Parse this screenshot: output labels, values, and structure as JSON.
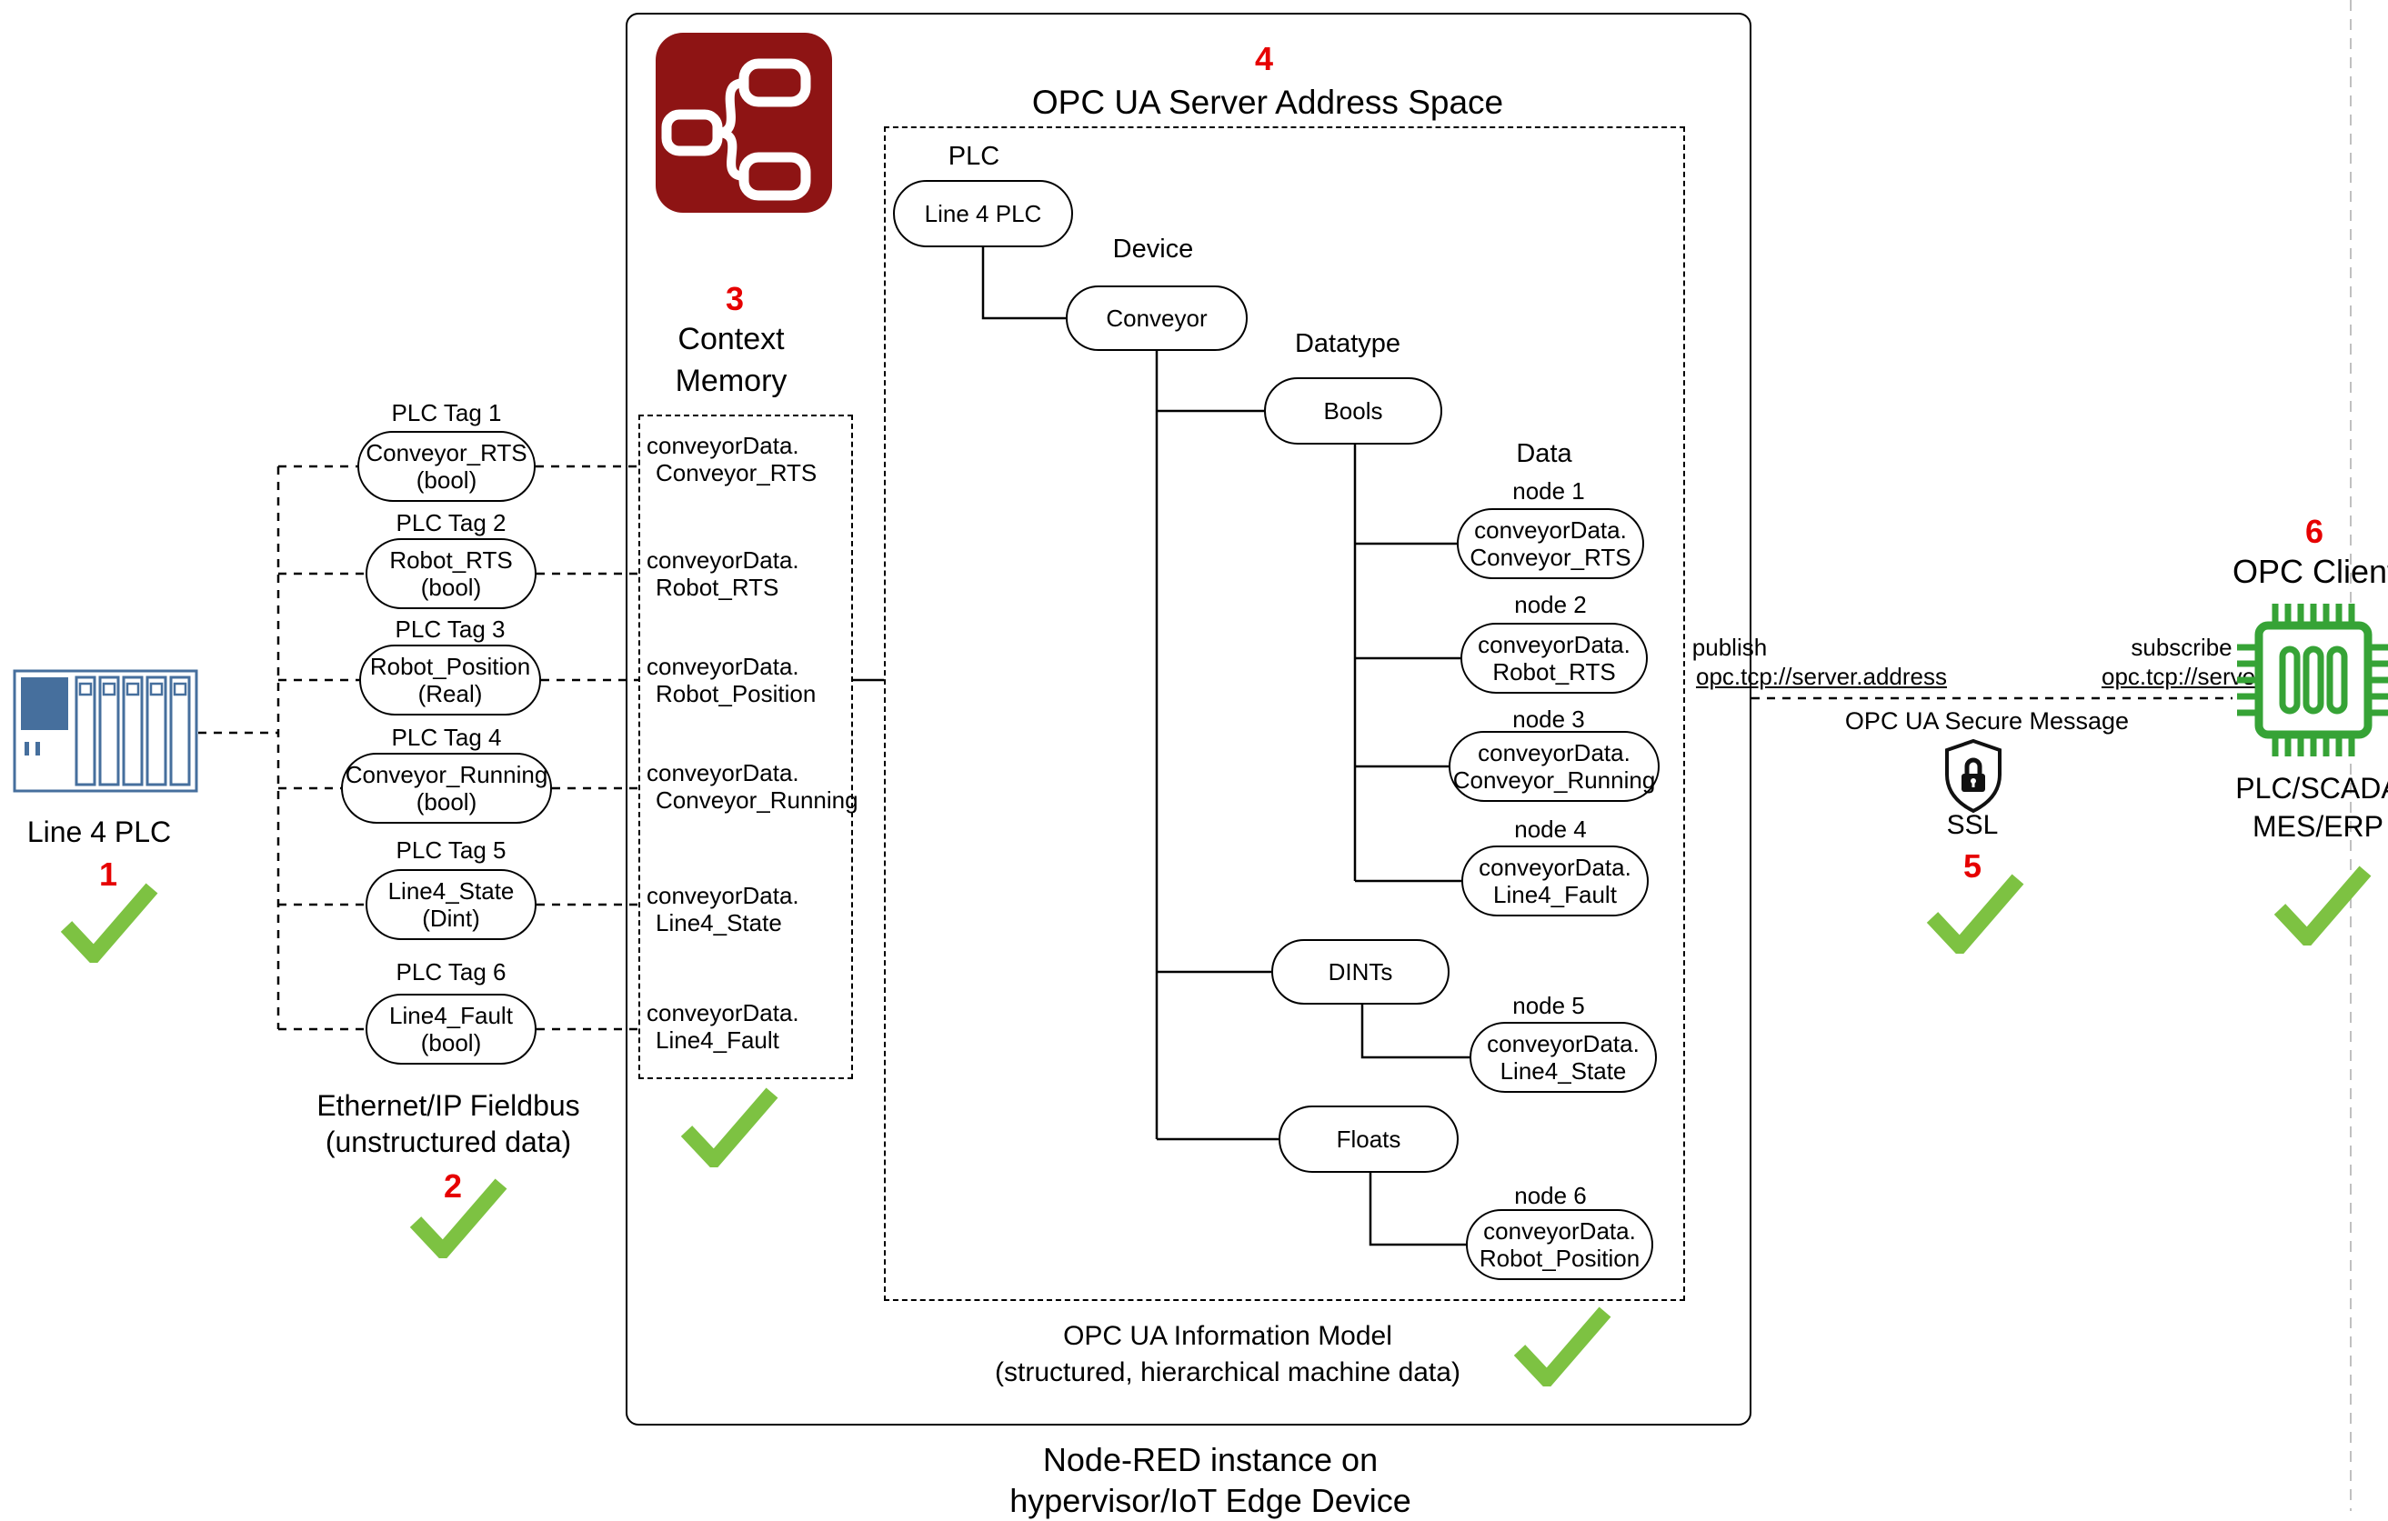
{
  "colors": {
    "accent_red": "#e60000",
    "check_green": "#7dc242",
    "node_red_brand": "#8e1414",
    "plc_blue": "#466f9d",
    "chip_green": "#36a336",
    "line_black": "#000000"
  },
  "plc": {
    "label": "Line 4 PLC",
    "step": "1"
  },
  "fieldbus": {
    "line1": "Ethernet/IP Fieldbus",
    "line2": "(unstructured data)",
    "step": "2"
  },
  "plc_tags": [
    {
      "title": "PLC Tag 1",
      "name": "Conveyor_RTS",
      "type": "(bool)"
    },
    {
      "title": "PLC Tag 2",
      "name": "Robot_RTS",
      "type": "(bool)"
    },
    {
      "title": "PLC Tag 3",
      "name": "Robot_Position",
      "type": "(Real)"
    },
    {
      "title": "PLC Tag 4",
      "name": "Conveyor_Running",
      "type": "(bool)"
    },
    {
      "title": "PLC Tag 5",
      "name": "Line4_State",
      "type": "(Dint)"
    },
    {
      "title": "PLC Tag 6",
      "name": "Line4_Fault",
      "type": "(bool)"
    }
  ],
  "context_memory": {
    "step": "3",
    "title_line1": "Context",
    "title_line2": "Memory",
    "entries": [
      {
        "line1": "conveyorData.",
        "line2": "Conveyor_RTS"
      },
      {
        "line1": "conveyorData.",
        "line2": "Robot_RTS"
      },
      {
        "line1": "conveyorData.",
        "line2": "Robot_Position"
      },
      {
        "line1": "conveyorData.",
        "line2": "Conveyor_Running"
      },
      {
        "line1": "conveyorData.",
        "line2": "Line4_State"
      },
      {
        "line1": "conveyorData.",
        "line2": "Line4_Fault"
      }
    ]
  },
  "address_space": {
    "step": "4",
    "title": "OPC UA Server Address Space",
    "level_labels": {
      "plc": "PLC",
      "device": "Device",
      "datatype": "Datatype",
      "data": "Data"
    },
    "plc_node": "Line 4 PLC",
    "device_node": "Conveyor",
    "datatype_nodes": [
      "Bools",
      "DINTs",
      "Floats"
    ],
    "data_nodes": [
      {
        "label": "node 1",
        "line1": "conveyorData.",
        "line2": "Conveyor_RTS"
      },
      {
        "label": "node 2",
        "line1": "conveyorData.",
        "line2": "Robot_RTS"
      },
      {
        "label": "node 3",
        "line1": "conveyorData.",
        "line2": "Conveyor_Running"
      },
      {
        "label": "node 4",
        "line1": "conveyorData.",
        "line2": "Line4_Fault"
      },
      {
        "label": "node 5",
        "line1": "conveyorData.",
        "line2": "Line4_State"
      },
      {
        "label": "node 6",
        "line1": "conveyorData.",
        "line2": "Robot_Position"
      }
    ],
    "caption_line1": "OPC UA Information Model",
    "caption_line2": "(structured, hierarchical machine data)"
  },
  "node_red": {
    "caption_line1": "Node-RED instance on",
    "caption_line2": "hypervisor/IoT Edge Device"
  },
  "transport": {
    "publish_label": "publish",
    "publish_address": "opc.tcp://server.address",
    "subscribe_label": "subscribe",
    "subscribe_address": "opc.tcp://server.address",
    "secure_message_label": "OPC UA Secure Message",
    "ssl_label": "SSL",
    "step": "5"
  },
  "opc_client": {
    "step": "6",
    "title": "OPC Client",
    "caption_line1": "PLC/SCADA",
    "caption_line2": "MES/ERP"
  }
}
